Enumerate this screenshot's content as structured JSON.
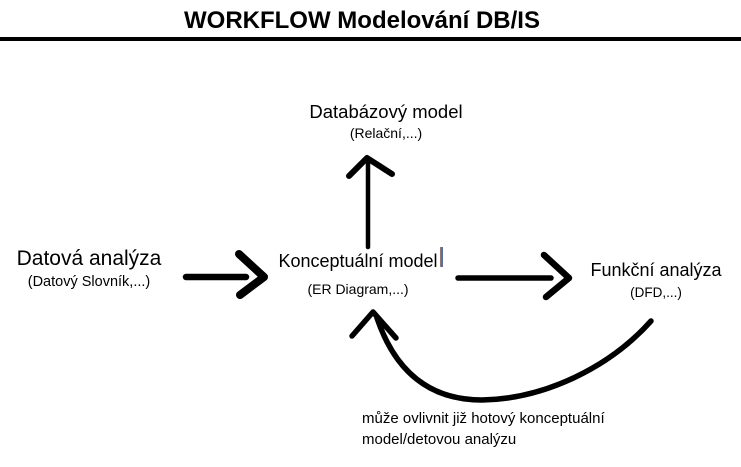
{
  "title": "WORKFLOW Modelování DB/IS",
  "nodes": {
    "database_model": {
      "label": "Databázový model",
      "sublabel": "(Relační,...)"
    },
    "data_analysis": {
      "label": "Datová analýza",
      "sublabel": "(Datový Slovník,...)"
    },
    "conceptual_model": {
      "label": "Konceptuální model",
      "sublabel": "(ER Diagram,...)"
    },
    "functional_analysis": {
      "label": "Funkční analýza",
      "sublabel": "(DFD,...)"
    }
  },
  "note": {
    "line1": "může ovlivnit již hotový konceptuální",
    "line2": "model/detovou analýzu"
  },
  "colors": {
    "ink": "#000000",
    "background": "#ffffff",
    "caret_orange": "#d2691e",
    "caret_blue": "#4472c4"
  }
}
